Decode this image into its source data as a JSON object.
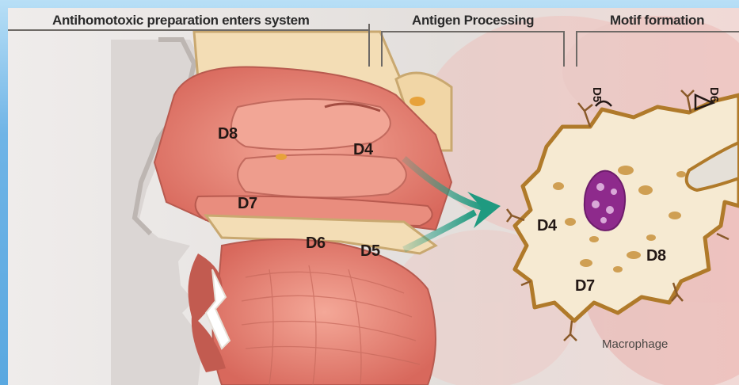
{
  "headers": {
    "left": "Antihomotoxic preparation enters system",
    "middle": "Antigen Processing",
    "right": "Motif formation"
  },
  "nasal_labels": {
    "d8": "D8",
    "d4": "D4",
    "d7": "D7",
    "d6": "D6",
    "d5": "D5"
  },
  "macrophage_labels": {
    "d4": "D4",
    "d7": "D7",
    "d8": "D8",
    "d5_receptor": "D5",
    "d6_receptor": "D6",
    "name": "Macrophage"
  },
  "colors": {
    "frame": "#5aa8e0",
    "tissue": "#e8867a",
    "arrow": "#2a9e86",
    "nucleus": "#8e2a8c",
    "cell_border": "#b07a2a",
    "cell_fill": "#f6ead2"
  }
}
